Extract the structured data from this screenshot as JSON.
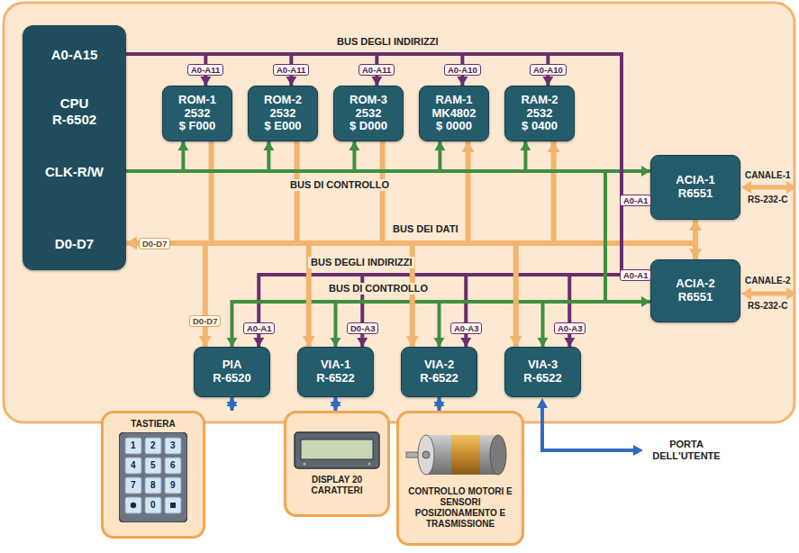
{
  "diagram": {
    "nodes": [
      {
        "text": [
          "A0-A15",
          "CPU",
          "R-6502",
          "CLK-R/W",
          "D0-D7"
        ]
      },
      {
        "text": [
          "ROM-1",
          "2532",
          "$ F000"
        ]
      },
      {
        "text": [
          "ROM-2",
          "2532",
          "$ E000"
        ]
      },
      {
        "text": [
          "ROM-3",
          "2532",
          "$ D000"
        ]
      },
      {
        "text": [
          "RAM-1",
          "MK4802",
          "$ 0000"
        ]
      },
      {
        "text": [
          "RAM-2",
          "2532",
          "$ 0400"
        ]
      },
      {
        "text": [
          "ACIA-1",
          "R6551"
        ]
      },
      {
        "text": [
          "ACIA-2",
          "R6551"
        ]
      },
      {
        "text": [
          "PIA",
          "R-6520"
        ]
      },
      {
        "text": [
          "VIA-1",
          "R-6522"
        ]
      },
      {
        "text": [
          "VIA-2",
          "R-6522"
        ]
      },
      {
        "text": [
          "VIA-3",
          "R-6522"
        ]
      },
      {
        "text": [
          "TASTIERA"
        ]
      },
      {
        "text": [
          "DISPLAY 20 CARATTERI"
        ]
      },
      {
        "text": [
          "CONTROLLO MOTORI E SENSORI POSIZIONAMENTO E TRASMISSIONE"
        ]
      }
    ],
    "edges": [
      {
        "from": 0,
        "to": 1,
        "arrow": "to"
      },
      {
        "from": 0,
        "to": 1,
        "arrow": "to"
      },
      {
        "from": 1,
        "to": 0,
        "arrow": "to"
      },
      {
        "from": 0,
        "to": 2,
        "arrow": "to"
      },
      {
        "from": 0,
        "to": 2,
        "arrow": "to"
      },
      {
        "from": 2,
        "to": 0,
        "arrow": "to"
      },
      {
        "from": 0,
        "to": 3,
        "arrow": "to"
      },
      {
        "from": 0,
        "to": 3,
        "arrow": "to"
      },
      {
        "from": 3,
        "to": 0,
        "arrow": "to"
      },
      {
        "from": 0,
        "to": 4,
        "arrow": "to"
      },
      {
        "from": 0,
        "to": 4,
        "arrow": "to"
      },
      {
        "from": 0,
        "to": 4,
        "arrow": "both"
      },
      {
        "from": 0,
        "to": 5,
        "arrow": "to"
      },
      {
        "from": 0,
        "to": 5,
        "arrow": "to"
      },
      {
        "from": 0,
        "to": 5,
        "arrow": "both"
      },
      {
        "from": 0,
        "to": 6,
        "arrow": "to"
      },
      {
        "from": 0,
        "to": 6,
        "arrow": "to"
      },
      {
        "from": 0,
        "to": 6,
        "arrow": "both"
      },
      {
        "from": 0,
        "to": 7,
        "arrow": "to"
      },
      {
        "from": 0,
        "to": 7,
        "arrow": "to"
      },
      {
        "from": 0,
        "to": 7,
        "arrow": "both"
      },
      {
        "from": 0,
        "to": 8,
        "arrow": "to"
      },
      {
        "from": 0,
        "to": 8,
        "arrow": "to"
      },
      {
        "from": 0,
        "to": 8,
        "arrow": "both"
      },
      {
        "from": 0,
        "to": 9,
        "arrow": "to"
      },
      {
        "from": 0,
        "to": 9,
        "arrow": "to"
      },
      {
        "from": 0,
        "to": 9,
        "arrow": "both"
      },
      {
        "from": 0,
        "to": 10,
        "arrow": "to"
      },
      {
        "from": 0,
        "to": 10,
        "arrow": "to"
      },
      {
        "from": 0,
        "to": 10,
        "arrow": "both"
      },
      {
        "from": 0,
        "to": 11,
        "arrow": "to"
      },
      {
        "from": 0,
        "to": 11,
        "arrow": "to"
      },
      {
        "from": 0,
        "to": 11,
        "arrow": "both"
      },
      {
        "from": 8,
        "to": 12,
        "arrow": "both"
      },
      {
        "from": 9,
        "to": 13,
        "arrow": "both"
      },
      {
        "from": 10,
        "to": 14,
        "arrow": "both"
      }
    ],
    "labels": [
      "BUS DEGLI INDIRIZZI",
      "A0-A11",
      "A0-A11",
      "A0-A11",
      "A0-A10",
      "A0-A10",
      "A0-A1",
      "BUS DI CONTROLLO",
      "D0-D7",
      "BUS DEI DATI",
      "BUS DEGLI INDIRIZZI",
      "A0-A1",
      "BUS DI CONTROLLO",
      "D0-D7",
      "A0-A1",
      "D0-A3",
      "A0-A3",
      "A0-A3",
      "CANALE-1",
      "RS-232-C",
      "CANALE-2",
      "RS-232-C",
      "PORTA DELL'UTENTE",
      "1",
      "2",
      "3",
      "4",
      "5",
      "6",
      "7",
      "8",
      "9",
      "0"
    ]
  }
}
